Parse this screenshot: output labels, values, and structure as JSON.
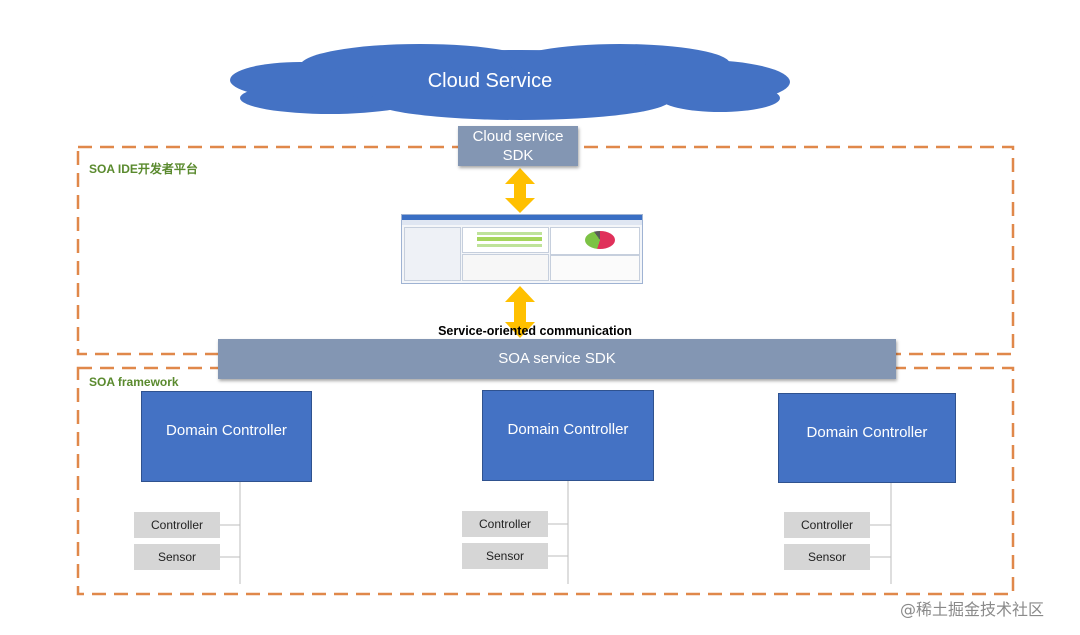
{
  "cloud": {
    "label": "Cloud Service"
  },
  "cloud_sdk": {
    "line1": "Cloud service",
    "line2": "SDK"
  },
  "ide_region": {
    "label": "SOA IDE开发者平台"
  },
  "ide_screenshot": {
    "description": "IDE application screenshot"
  },
  "communication": {
    "label": "Service-oriented communication"
  },
  "soa_sdk": {
    "label": "SOA service SDK"
  },
  "framework_region": {
    "label": "SOA framework"
  },
  "domains": [
    {
      "label": "Domain Controller",
      "children": [
        "Controller",
        "Sensor"
      ]
    },
    {
      "label": "Domain Controller",
      "children": [
        "Controller",
        "Sensor"
      ]
    },
    {
      "label": "Domain Controller",
      "children": [
        "Controller",
        "Sensor"
      ]
    }
  ],
  "watermark": "@稀土掘金技术社区",
  "colors": {
    "cloud": "#4472c4",
    "sdk": "#8396b3",
    "domain": "#4472c4",
    "leaf": "#d6d6d6",
    "dashed_border": "#e0884a",
    "arrow": "#ffc000",
    "region_label": "#5a8a2e"
  }
}
